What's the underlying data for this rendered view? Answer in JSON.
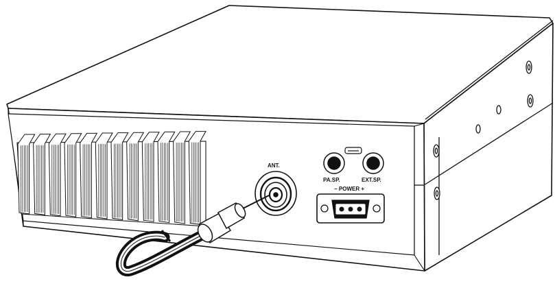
{
  "labels": {
    "antenna": "ANT.",
    "pa_speaker": "PA.SP.",
    "ext_speaker": "EXT.SP.",
    "power": "− POWER +"
  },
  "colors": {
    "line": "#111111",
    "background": "#ffffff",
    "panel_shade": "#f2f2f2"
  }
}
